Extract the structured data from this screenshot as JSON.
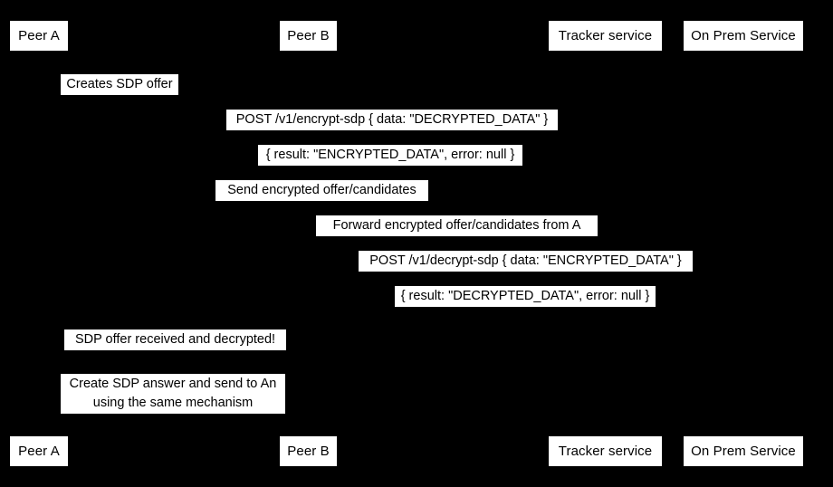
{
  "diagram": {
    "title": "Encrypted SDP exchange sequence diagram",
    "background_color": "#000000",
    "label_background_color": "#ffffff",
    "label_text_color": "#000000"
  },
  "participants": [
    {
      "id": "peer-a",
      "label": "Peer A"
    },
    {
      "id": "peer-b",
      "label": "Peer B"
    },
    {
      "id": "tracker-service",
      "label": "Tracker service"
    },
    {
      "id": "on-prem-service",
      "label": "On Prem Service"
    }
  ],
  "participants_footer": [
    {
      "id": "peer-a",
      "label": "Peer A"
    },
    {
      "id": "peer-b",
      "label": "Peer B"
    },
    {
      "id": "tracker-service",
      "label": "Tracker service"
    },
    {
      "id": "on-prem-service",
      "label": "On Prem Service"
    }
  ],
  "messages": [
    {
      "index": 1,
      "label": "Creates SDP offer",
      "from": "peer-a",
      "to": "peer-a",
      "kind": "self-message"
    },
    {
      "index": 2,
      "label": "POST /v1/encrypt-sdp { data: \"DECRYPTED_DATA\" }",
      "from": "peer-a",
      "to": "on-prem-service",
      "kind": "request"
    },
    {
      "index": 3,
      "label": "{ result: \"ENCRYPTED_DATA\", error: null }",
      "from": "on-prem-service",
      "to": "peer-a",
      "kind": "response"
    },
    {
      "index": 4,
      "label": "Send encrypted offer/candidates",
      "from": "peer-a",
      "to": "tracker-service",
      "kind": "request"
    },
    {
      "index": 5,
      "label": "Forward encrypted offer/candidates from A",
      "from": "tracker-service",
      "to": "peer-b",
      "kind": "request"
    },
    {
      "index": 6,
      "label": "POST /v1/decrypt-sdp { data: \"ENCRYPTED_DATA\" }",
      "from": "peer-b",
      "to": "on-prem-service",
      "kind": "request"
    },
    {
      "index": 7,
      "label": "{ result: \"DECRYPTED_DATA\", error: null }",
      "from": "on-prem-service",
      "to": "peer-b",
      "kind": "response"
    },
    {
      "index": 8,
      "label": "SDP offer received and decrypted!",
      "from": "peer-b",
      "to": "peer-b",
      "kind": "self-message"
    },
    {
      "index": 9,
      "label": "Create SDP answer and send to An using the same mechanism",
      "from": "peer-b",
      "to": "peer-b",
      "kind": "self-message"
    }
  ]
}
